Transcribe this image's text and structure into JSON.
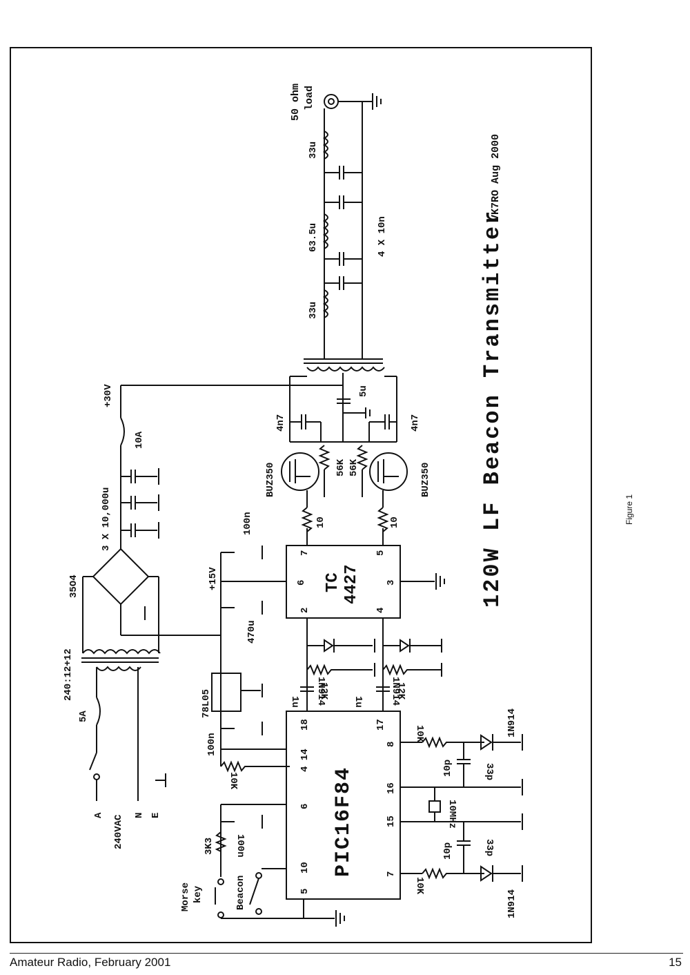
{
  "figure_caption": "Figure 1",
  "footer": {
    "left": "Amateur Radio, February 2001",
    "right": "15"
  },
  "title": "120W LF Beacon Transmitter",
  "author_date": "VK7RO Aug 2000",
  "labels": {
    "load": "50 ohm",
    "load2": "load",
    "ind1": "33u",
    "ind2": "63.5u",
    "ind3": "33u",
    "caps_lpf": "4 X 10n",
    "supply30": "+30V",
    "fuse10": "10A",
    "bulk_caps": "3 X 10,000u",
    "bridge": "35O4",
    "xfmr": "240:12+12",
    "fuse5": "5A",
    "mains_a": "A",
    "mains_n": "N",
    "mains_e": "E",
    "mains_v": "240VAC",
    "reg": "78L05",
    "cap100n_reg": "100n",
    "plus15": "+15V",
    "cap100n_top": "100n",
    "cap470": "470u",
    "drv": "TC",
    "drv2": "4427",
    "fet1": "BUZ350",
    "fet2": "BUZ350",
    "c4n7a": "4n7",
    "c4n7b": "4n7",
    "r56a": "56K",
    "r56b": "56K",
    "r10a": "10",
    "r10b": "10",
    "c5u": "5u",
    "d1": "1N914",
    "d2": "1N914",
    "r12a": "12K",
    "r12b": "12K",
    "c1ua": "1u",
    "c1ub": "1u",
    "mcu": "PIC16F84",
    "r10k_mclr": "10K",
    "r3k3": "3K3",
    "c100n_key": "100n",
    "morse": "Morse",
    "key": "key",
    "beacon_sw": "Beacon",
    "r10k_a": "10K",
    "r10k_b": "10K",
    "c10p_a": "10p",
    "c10p_b": "10p",
    "c33p_a": "33p",
    "c33p_b": "33p",
    "xtal": "10MHz",
    "d3": "1N914",
    "d4": "1N914",
    "pin_18": "18",
    "pin_17": "17",
    "pin_14": "4 14",
    "pin_6": "6",
    "pin_5": "5",
    "pin_10": "10",
    "pin_8": "8",
    "pin_16": "16",
    "pin_15": "15",
    "pin_7": "7",
    "tc_pin_7": "7",
    "tc_pin_6": "6",
    "tc_pin_5": "5",
    "tc_pin_2": "2",
    "tc_pin_3": "3",
    "tc_pin_4": "4"
  }
}
